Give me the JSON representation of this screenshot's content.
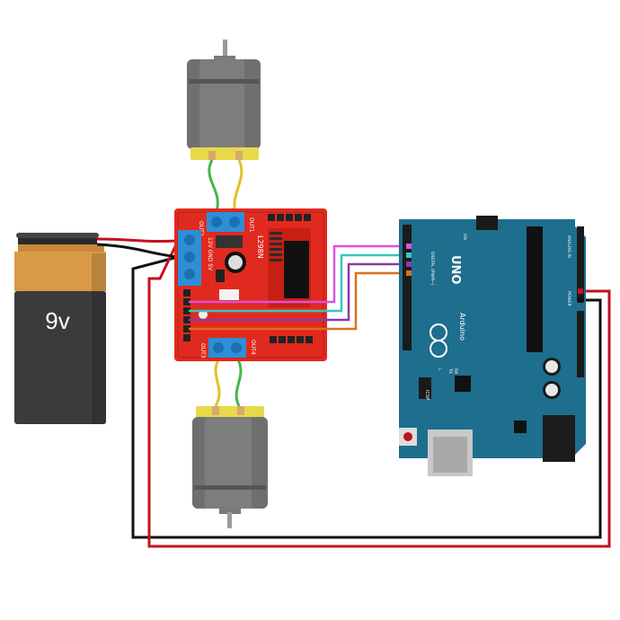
{
  "battery": {
    "label": "9v"
  },
  "driver": {
    "chip_label": "L298N",
    "terminal_labels": {
      "out2": "OUT2",
      "out1": "OUT1",
      "out3": "OUT3",
      "out4": "OUT4",
      "power": "12V GND 5V"
    }
  },
  "arduino": {
    "brand": "Arduino",
    "model": "UNO",
    "header_labels": {
      "digital": "DIGITAL (PWM~)",
      "icsp": "ICSP",
      "analog": "ANALOG IN",
      "power": "POWER"
    },
    "pin_labels": {
      "tx": "TX",
      "rx": "RX",
      "l": "L",
      "on": "ON"
    }
  },
  "colors": {
    "battery_top": "#d99a47",
    "battery_bottom": "#3b3b3b",
    "driver_board": "#e12a1f",
    "terminal_block": "#2c8fd8",
    "arduino_board": "#1e6e8e",
    "motor_body": "#6f6f6f",
    "motor_cap": "#e8d94a",
    "wire_red": "#c1121f",
    "wire_black": "#111111",
    "wire_green": "#46b649",
    "wire_yellow": "#e0c12a",
    "wire_magenta": "#e04fe0",
    "wire_cyan": "#37c7c0",
    "wire_purple": "#8a3aa8",
    "wire_orange": "#d9711f"
  }
}
